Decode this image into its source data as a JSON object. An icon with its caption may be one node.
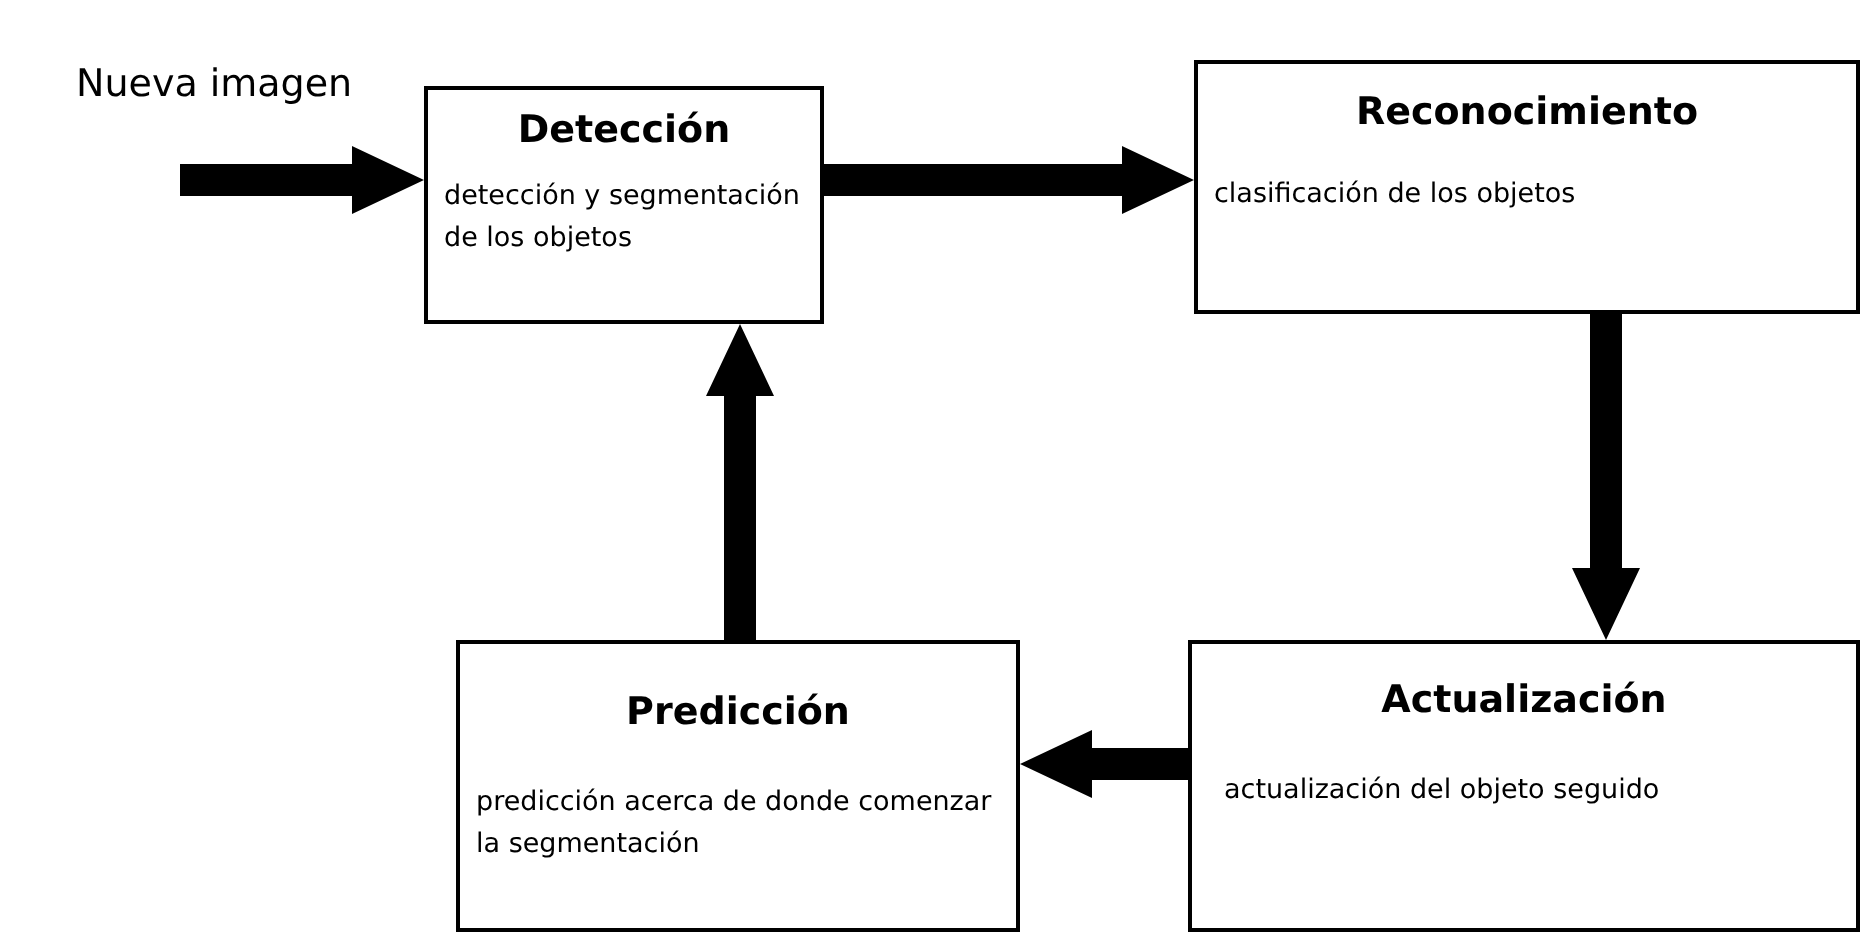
{
  "diagram": {
    "nodes": [
      {
        "text": [
          "Detección",
          "detección y segmentación de los objetos"
        ]
      },
      {
        "text": [
          "Reconocimiento",
          "clasificación de los objetos"
        ]
      },
      {
        "text": [
          "Actualización",
          "actualización del objeto seguido"
        ]
      },
      {
        "text": [
          "Predicción",
          "predicción acerca de donde comenzar la segmentación"
        ]
      }
    ],
    "edges": [
      {
        "from": null,
        "to": 0,
        "arrow": "to",
        "style": "thick"
      },
      {
        "from": 0,
        "to": 1,
        "arrow": "to",
        "style": "thick"
      },
      {
        "from": 1,
        "to": 2,
        "arrow": "to",
        "style": "thick"
      },
      {
        "from": 2,
        "to": 3,
        "arrow": "to",
        "style": "thick"
      },
      {
        "from": 3,
        "to": 0,
        "arrow": "to",
        "style": "thick"
      }
    ],
    "labels": [
      "Nueva imagen"
    ]
  }
}
